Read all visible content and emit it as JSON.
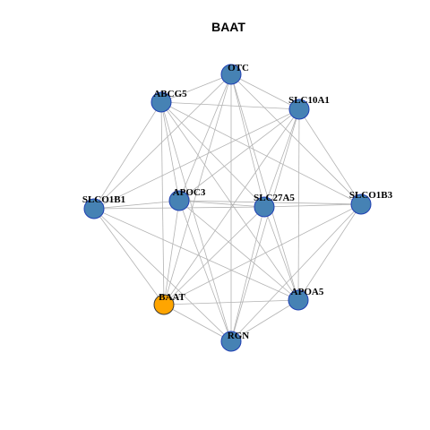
{
  "title": "BAAT",
  "colors": {
    "default_node": "#4682b4",
    "node_border": "#1f3fb3",
    "highlight_node": "#ffa500",
    "highlight_border": "#3a3a3a",
    "edge": "#b3b3b3"
  },
  "nodes": [
    {
      "id": "OTC",
      "label": "OTC",
      "highlight": false
    },
    {
      "id": "ABCG5",
      "label": "ABCG5",
      "highlight": false
    },
    {
      "id": "SLC10A1",
      "label": "SLC10A1",
      "highlight": false
    },
    {
      "id": "SLCO1B1",
      "label": "SLCO1B1",
      "highlight": false
    },
    {
      "id": "APOC3",
      "label": "APOC3",
      "highlight": false
    },
    {
      "id": "SLC27A5",
      "label": "SLC27A5",
      "highlight": false
    },
    {
      "id": "SLCO1B3",
      "label": "SLCO1B3",
      "highlight": false
    },
    {
      "id": "BAAT",
      "label": "BAAT",
      "highlight": true
    },
    {
      "id": "APOA5",
      "label": "APOA5",
      "highlight": false
    },
    {
      "id": "RGN",
      "label": "RGN",
      "highlight": false
    }
  ],
  "edges": [
    [
      "OTC",
      "ABCG5"
    ],
    [
      "OTC",
      "SLC10A1"
    ],
    [
      "OTC",
      "APOC3"
    ],
    [
      "OTC",
      "SLC27A5"
    ],
    [
      "OTC",
      "SLCO1B3"
    ],
    [
      "OTC",
      "BAAT"
    ],
    [
      "OTC",
      "APOA5"
    ],
    [
      "OTC",
      "RGN"
    ],
    [
      "OTC",
      "SLCO1B1"
    ],
    [
      "ABCG5",
      "SLC10A1"
    ],
    [
      "ABCG5",
      "SLCO1B1"
    ],
    [
      "ABCG5",
      "APOC3"
    ],
    [
      "ABCG5",
      "SLC27A5"
    ],
    [
      "ABCG5",
      "SLCO1B3"
    ],
    [
      "ABCG5",
      "BAAT"
    ],
    [
      "ABCG5",
      "APOA5"
    ],
    [
      "ABCG5",
      "RGN"
    ],
    [
      "SLC10A1",
      "SLCO1B1"
    ],
    [
      "SLC10A1",
      "APOC3"
    ],
    [
      "SLC10A1",
      "SLC27A5"
    ],
    [
      "SLC10A1",
      "SLCO1B3"
    ],
    [
      "SLC10A1",
      "BAAT"
    ],
    [
      "SLC10A1",
      "APOA5"
    ],
    [
      "SLC10A1",
      "RGN"
    ],
    [
      "SLCO1B1",
      "APOC3"
    ],
    [
      "SLCO1B1",
      "SLC27A5"
    ],
    [
      "SLCO1B1",
      "BAAT"
    ],
    [
      "SLCO1B1",
      "APOA5"
    ],
    [
      "SLCO1B1",
      "RGN"
    ],
    [
      "APOC3",
      "SLC27A5"
    ],
    [
      "APOC3",
      "SLCO1B3"
    ],
    [
      "APOC3",
      "BAAT"
    ],
    [
      "APOC3",
      "APOA5"
    ],
    [
      "APOC3",
      "RGN"
    ],
    [
      "SLC27A5",
      "SLCO1B3"
    ],
    [
      "SLC27A5",
      "BAAT"
    ],
    [
      "SLC27A5",
      "APOA5"
    ],
    [
      "SLC27A5",
      "RGN"
    ],
    [
      "SLCO1B3",
      "BAAT"
    ],
    [
      "SLCO1B3",
      "APOA5"
    ],
    [
      "SLCO1B3",
      "RGN"
    ],
    [
      "BAAT",
      "APOA5"
    ],
    [
      "BAAT",
      "RGN"
    ],
    [
      "APOA5",
      "RGN"
    ]
  ]
}
